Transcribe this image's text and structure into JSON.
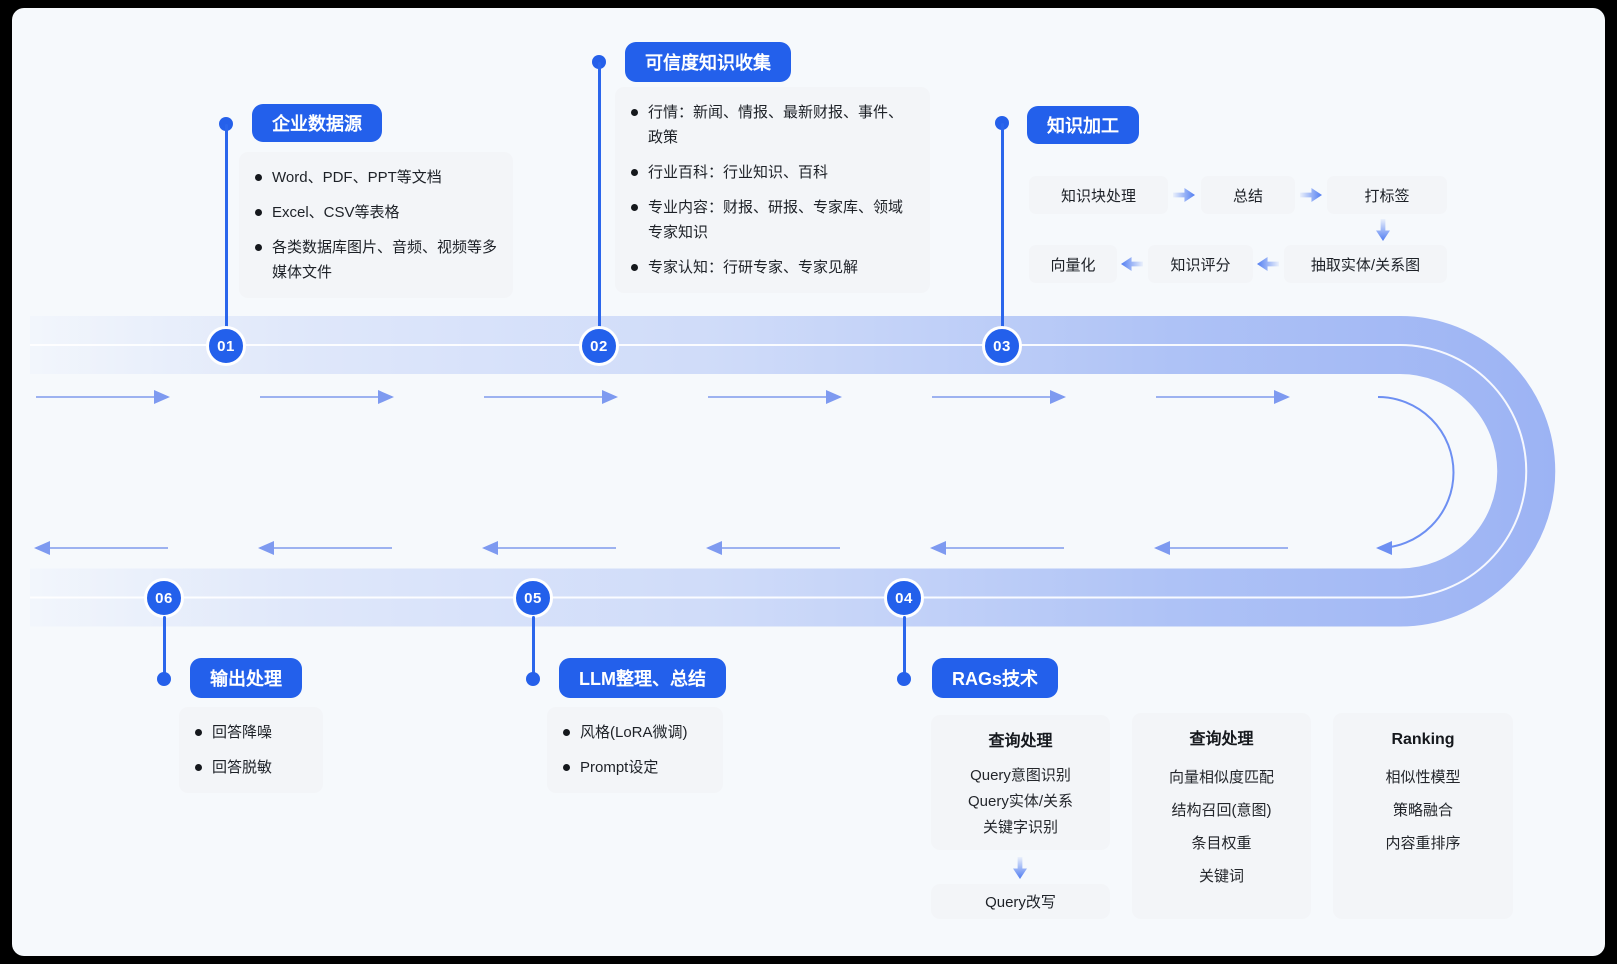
{
  "colors": {
    "accent_blue": "#2360eb",
    "band_blue": "#9cb3f4",
    "box_bg": "#f3f5f8",
    "text_dark": "#1d2127",
    "background": "#f6f9fc"
  },
  "nodes": [
    {
      "id": "01",
      "label": "企业数据源",
      "items": [
        "Word、PDF、PPT等文档",
        "Excel、CSV等表格",
        "各类数据库图片、音频、视频等多媒体文件"
      ]
    },
    {
      "id": "02",
      "label": "可信度知识收集",
      "items": [
        "行情：新闻、情报、最新财报、事件、政策",
        "行业百科：行业知识、百科",
        "专业内容：财报、研报、专家库、领域专家知识",
        "专家认知：行研专家、专家见解"
      ]
    },
    {
      "id": "03",
      "label": "知识加工",
      "flow": {
        "row1": [
          "知识块处理",
          "总结",
          "打标签"
        ],
        "row2": [
          "向量化",
          "知识评分",
          "抽取实体/关系图"
        ]
      }
    },
    {
      "id": "04",
      "label": "RAGs技术",
      "columns": [
        {
          "header": "查询处理",
          "items": [
            "Query意图识别",
            "Query实体/关系",
            "关键字识别"
          ],
          "footer": "Query改写"
        },
        {
          "header": "查询处理",
          "items": [
            "向量相似度匹配",
            "结构召回(意图)",
            "条目权重",
            "关键词"
          ]
        },
        {
          "header": "Ranking",
          "items": [
            "相似性模型",
            "策略融合",
            "内容重排序"
          ]
        }
      ]
    },
    {
      "id": "05",
      "label": "LLM整理、总结",
      "items": [
        "风格(LoRA微调)",
        "Prompt设定"
      ]
    },
    {
      "id": "06",
      "label": "输出处理",
      "items": [
        "回答降噪",
        "回答脱敏"
      ]
    }
  ]
}
